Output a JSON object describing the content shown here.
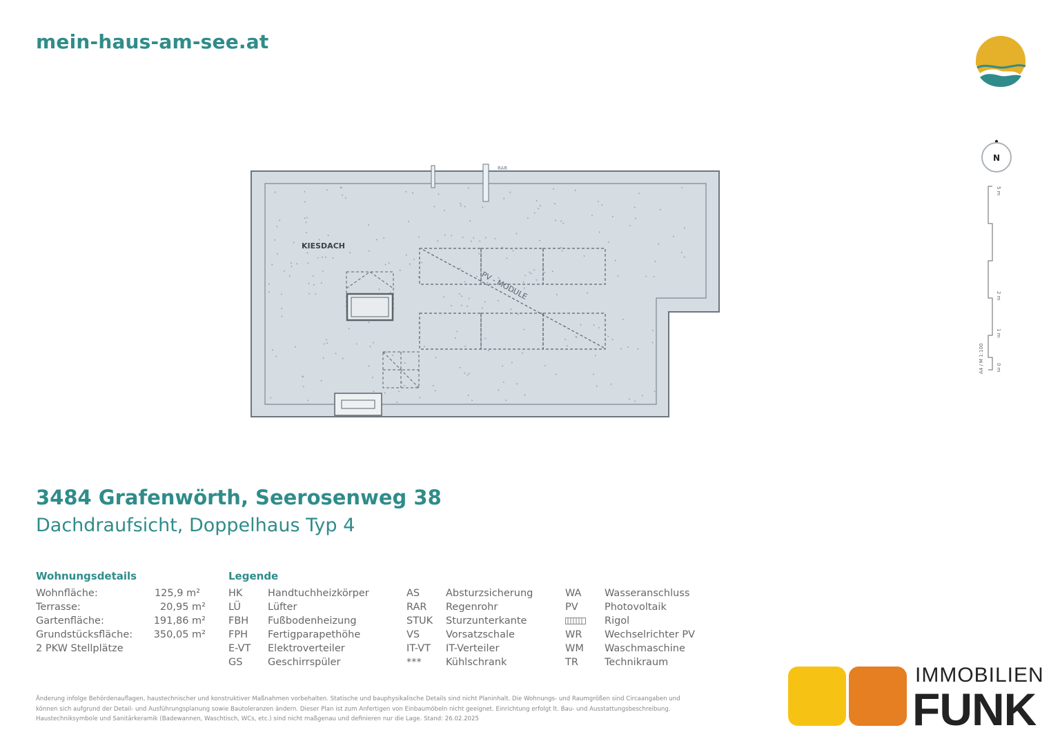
{
  "site_url": "mein-haus-am-see.at",
  "colors": {
    "teal": "#2f8c8a",
    "gold": "#e5b02a",
    "orange": "#e67e22",
    "yellow": "#f6c315",
    "roof_fill": "#d5dde2"
  },
  "plan": {
    "roof_label": "KIESDACH",
    "pv_label": "PV - MODULE",
    "rar_label": "RAR",
    "compass_label": "N",
    "scale_text": "A4 / M 1:100",
    "scale_ticks": [
      "0 m",
      "1 m",
      "2 m",
      "5 m"
    ]
  },
  "title": "3484 Grafenwörth, Seerosenweg 38",
  "subtitle": "Dachdraufsicht, Doppelhaus Typ 4",
  "details": {
    "heading": "Wohnungsdetails",
    "rows": [
      {
        "label": "Wohnfläche:",
        "value": "125,9 m²"
      },
      {
        "label": "Terrasse:",
        "value": "20,95 m²"
      },
      {
        "label": "Gartenfläche:",
        "value": "191,86 m²"
      },
      {
        "label": "Grundstücksfläche:",
        "value": "350,05 m²"
      },
      {
        "label": "2 PKW Stellplätze",
        "value": ""
      }
    ]
  },
  "legend": {
    "heading": "Legende",
    "col1": [
      {
        "abbr": "HK",
        "text": "Handtuchheizkörper"
      },
      {
        "abbr": "LÜ",
        "text": "Lüfter"
      },
      {
        "abbr": "FBH",
        "text": "Fußbodenheizung"
      },
      {
        "abbr": "FPH",
        "text": "Fertigparapethöhe"
      },
      {
        "abbr": "E-VT",
        "text": "Elektroverteiler"
      },
      {
        "abbr": "GS",
        "text": "Geschirrspüler"
      }
    ],
    "col2": [
      {
        "abbr": "AS",
        "text": "Absturzsicherung"
      },
      {
        "abbr": "RAR",
        "text": "Regenrohr"
      },
      {
        "abbr": "STUK",
        "text": "Sturzunterkante"
      },
      {
        "abbr": "VS",
        "text": "Vorsatzschale"
      },
      {
        "abbr": "IT-VT",
        "text": "IT-Verteiler"
      },
      {
        "abbr": "***",
        "text": "Kühlschrank"
      }
    ],
    "col3": [
      {
        "abbr": "WA",
        "text": "Wasseranschluss"
      },
      {
        "abbr": "PV",
        "text": "Photovoltaik"
      },
      {
        "abbr": "",
        "text": "Rigol"
      },
      {
        "abbr": "WR",
        "text": "Wechselrichter PV"
      },
      {
        "abbr": "WM",
        "text": "Waschmaschine"
      },
      {
        "abbr": "TR",
        "text": "Technikraum"
      }
    ]
  },
  "disclaimer": "Änderung infolge Behördenauflagen, haustechnischer und konstruktiver Maßnahmen vorbehalten. Statische und bauphysikalische Details sind nicht Planinhalt. Die Wohnungs- und Raumgrößen sind Circaangaben und können sich aufgrund der Detail- und Ausführungsplanung sowie Bautoleranzen ändern. Dieser Plan ist zum Anfertigen von Einbaumöbeln nicht geeignet. Einrichtung erfolgt lt. Bau- und Ausstattungsbeschreibung. Haustechniksymbole und Sanitärkeramik (Badewannen, Waschtisch, WCs, etc.) sind nicht maßgenau und definieren nur die Lage. Stand: 26.02.2025",
  "brand": {
    "line1": "IMMOBILIEN",
    "line2": "FUNK"
  }
}
